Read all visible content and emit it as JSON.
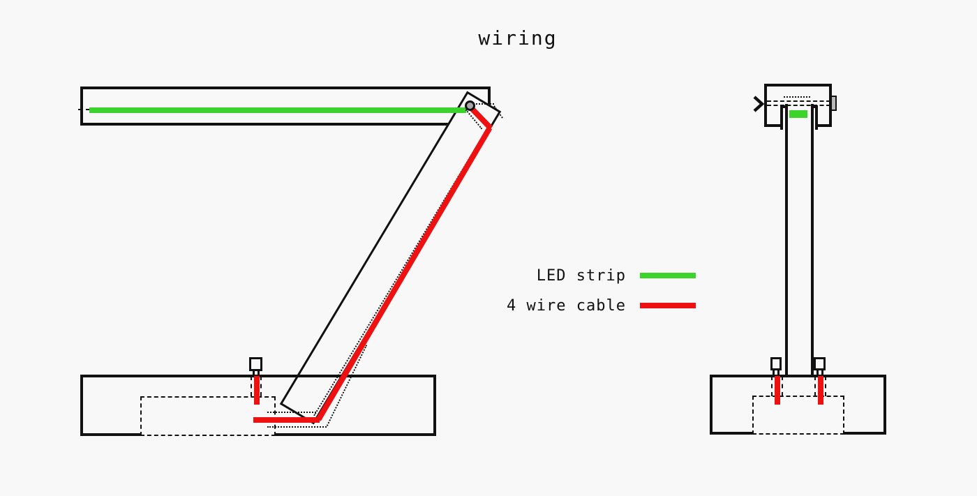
{
  "title": "wiring",
  "legend": {
    "items": [
      {
        "label": "LED strip",
        "color": "#3cd42c"
      },
      {
        "label": "4 wire cable",
        "color": "#ee1111"
      }
    ]
  },
  "colors": {
    "led_strip": "#3cd42c",
    "cable": "#ee1111",
    "line": "#111111",
    "background": "#f8f8f8",
    "pivot_fill": "#a8a8a8",
    "connector_tab": "#b9b9b9"
  }
}
